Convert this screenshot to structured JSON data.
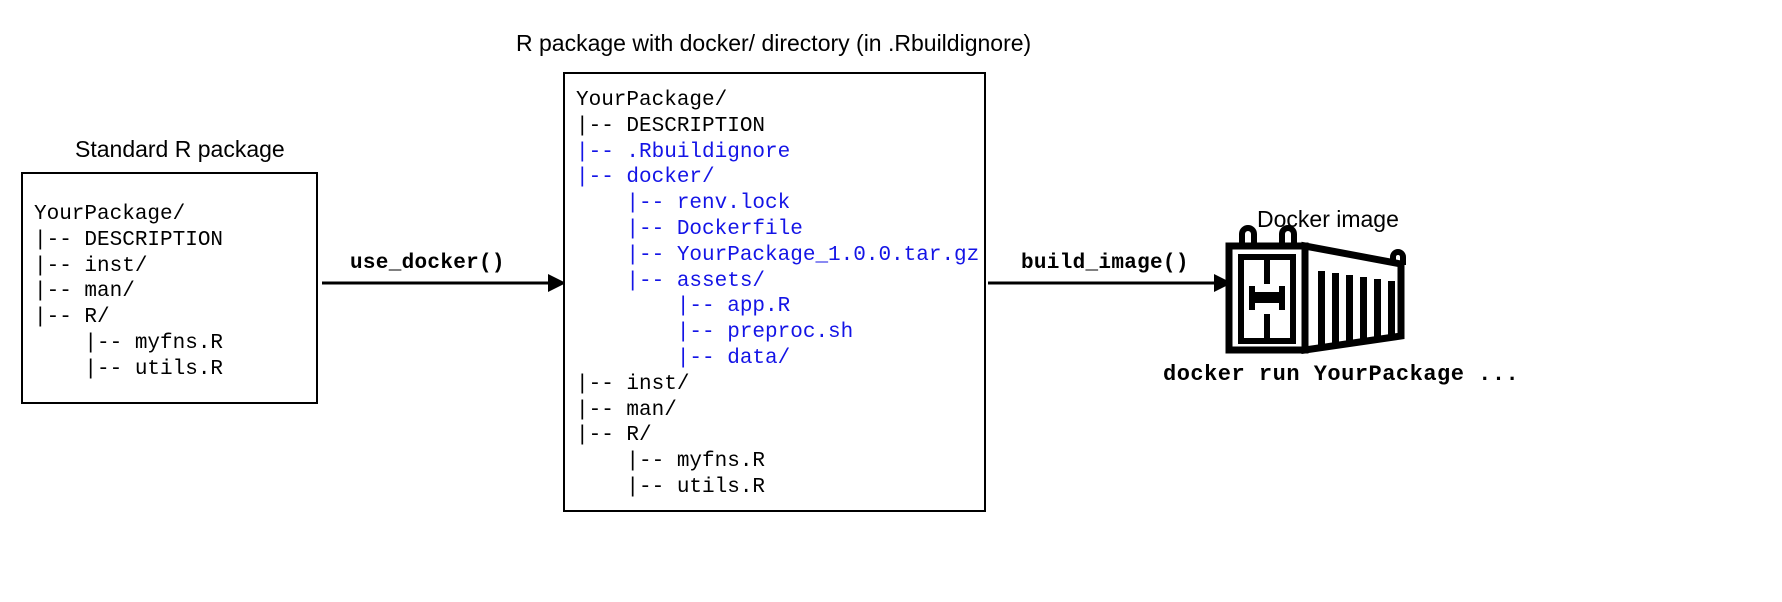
{
  "diagram": {
    "title_center": "R package with docker/ directory (in .Rbuildignore)",
    "colors": {
      "accent_blue": "#1414e6",
      "text_black": "#000000",
      "background": "#ffffff"
    }
  },
  "box_standard": {
    "caption": "Standard R package",
    "tree": [
      {
        "text": "YourPackage/",
        "color": "black"
      },
      {
        "text": "|-- DESCRIPTION",
        "color": "black"
      },
      {
        "text": "|-- inst/",
        "color": "black"
      },
      {
        "text": "|-- man/",
        "color": "black"
      },
      {
        "text": "|-- R/",
        "color": "black"
      },
      {
        "text": "    |-- myfns.R",
        "color": "black"
      },
      {
        "text": "    |-- utils.R",
        "color": "black"
      }
    ]
  },
  "box_docker": {
    "caption": "R package with docker/ directory (in .Rbuildignore)",
    "tree": [
      {
        "text": "YourPackage/",
        "color": "black"
      },
      {
        "text": "|-- DESCRIPTION",
        "color": "black"
      },
      {
        "text": "|-- .Rbuildignore",
        "color": "blue"
      },
      {
        "text": "|-- docker/",
        "color": "blue"
      },
      {
        "text": "    |-- renv.lock",
        "color": "blue"
      },
      {
        "text": "    |-- Dockerfile",
        "color": "blue"
      },
      {
        "text": "    |-- YourPackage_1.0.0.tar.gz",
        "color": "blue"
      },
      {
        "text": "    |-- assets/",
        "color": "blue"
      },
      {
        "text": "        |-- app.R",
        "color": "blue"
      },
      {
        "text": "        |-- preproc.sh",
        "color": "blue"
      },
      {
        "text": "        |-- data/",
        "color": "blue"
      },
      {
        "text": "|-- inst/",
        "color": "black"
      },
      {
        "text": "|-- man/",
        "color": "black"
      },
      {
        "text": "|-- R/",
        "color": "black"
      },
      {
        "text": "    |-- myfns.R",
        "color": "black"
      },
      {
        "text": "    |-- utils.R",
        "color": "black"
      }
    ]
  },
  "arrows": {
    "first_label": "use_docker()",
    "second_label": "build_image()"
  },
  "docker_image": {
    "caption": "Docker image",
    "icon_name": "shipping-container-icon",
    "command": "docker run YourPackage ..."
  }
}
